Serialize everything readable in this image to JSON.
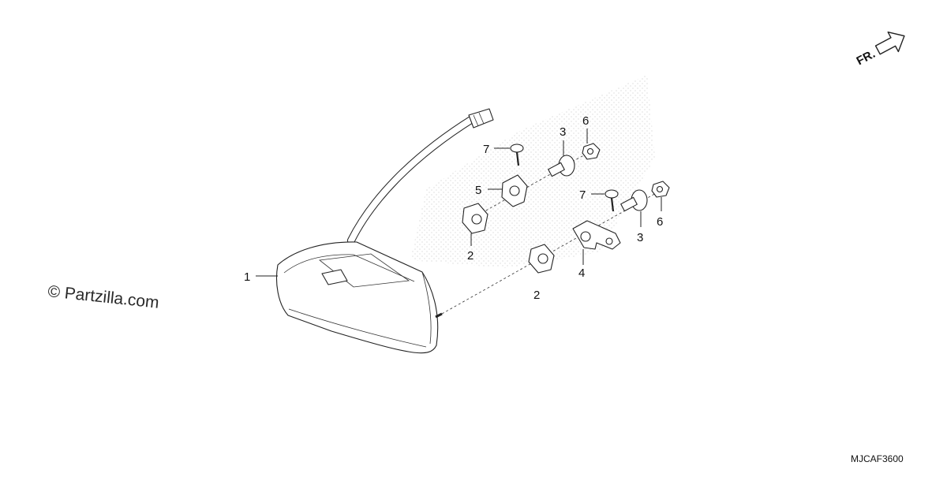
{
  "watermark": "© Partzilla.com",
  "diagram_code": "MJCAF3600",
  "direction_label": "FR.",
  "callouts": [
    {
      "id": "tail-light-assy",
      "number": "1"
    },
    {
      "id": "grommet-upper",
      "number": "2"
    },
    {
      "id": "grommet-lower",
      "number": "2"
    },
    {
      "id": "collar-upper",
      "number": "3"
    },
    {
      "id": "collar-lower",
      "number": "3"
    },
    {
      "id": "stay-lower",
      "number": "4"
    },
    {
      "id": "stay-upper",
      "number": "5"
    },
    {
      "id": "nut-upper",
      "number": "6"
    },
    {
      "id": "nut-lower",
      "number": "6"
    },
    {
      "id": "screw-upper",
      "number": "7"
    },
    {
      "id": "screw-lower",
      "number": "7"
    }
  ]
}
